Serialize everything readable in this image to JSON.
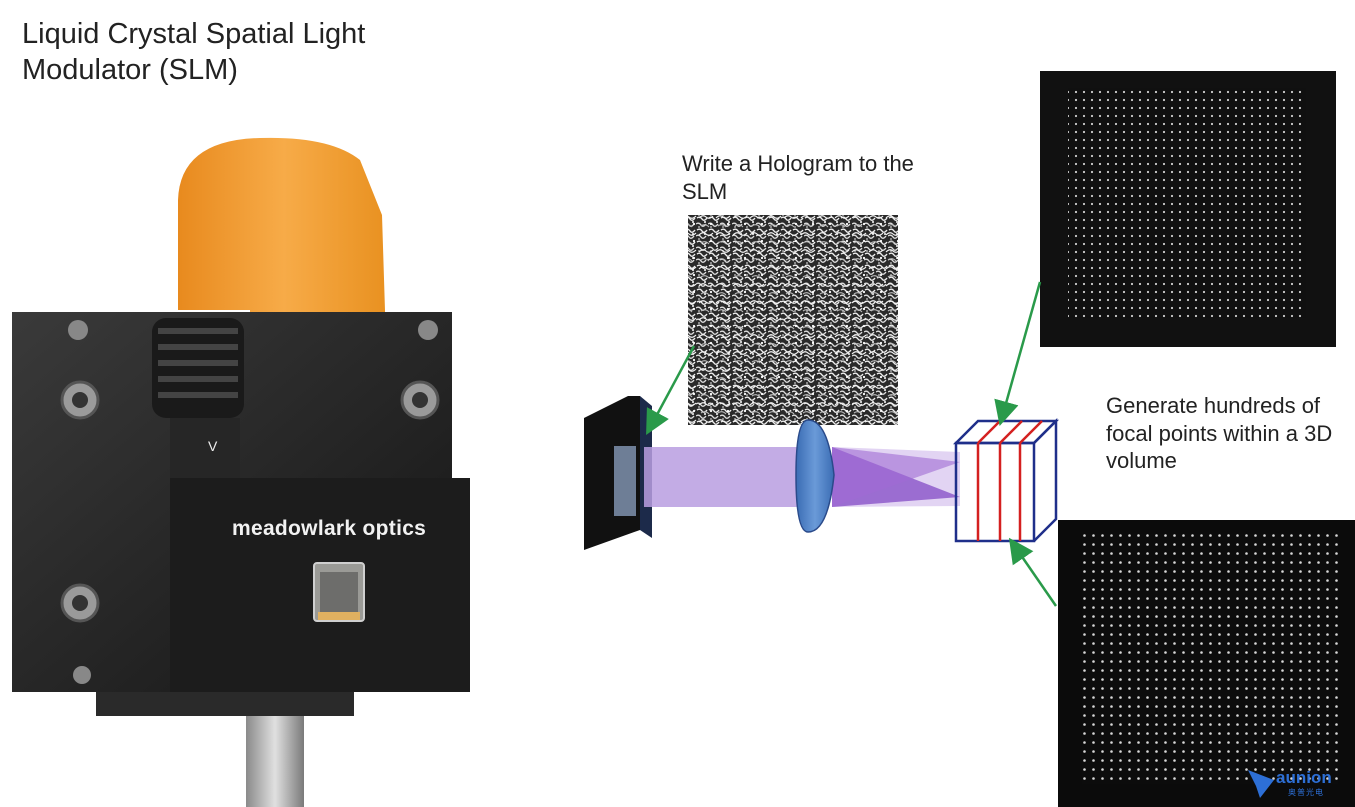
{
  "title": "Liquid Crystal Spatial Light Modulator (SLM)",
  "hologram_label": "Write a Hologram to the SLM",
  "generate_label": "Generate hundreds of focal points within a 3D volume",
  "device_brand": "meadowlark optics",
  "device_mark": "V",
  "watermark": {
    "name": "aunion",
    "sub": "奥普光电"
  },
  "colors": {
    "beam": "#b89ee0",
    "beam_dark": "#8a52c8",
    "arrow": "#2a9a4a",
    "cube_edge": "#1f2f8a",
    "cube_plane": "#d42020",
    "lens": "#4f82c8",
    "ribbon": "#f29a2e",
    "device_body": "#1e1e1e",
    "logo_blue": "#2d6fd6"
  },
  "icons": [
    "green-arrow-icon",
    "lens-icon",
    "slm-panel-icon",
    "volume-cube-icon"
  ]
}
